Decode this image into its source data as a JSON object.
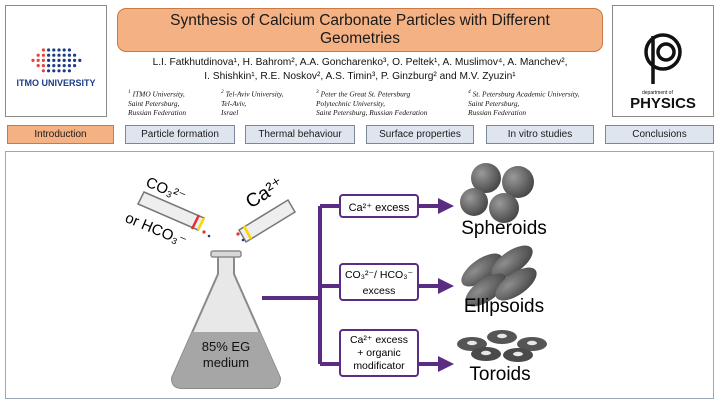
{
  "header": {
    "title": "Synthesis of Calcium Carbonate Particles with Different Geometries",
    "authors_line1": "L.I. Fatkhutdinova¹, H. Bahrom², A.A. Goncharenko³, O. Peltek¹,  A. Muslimov⁴, A. Manchev²,",
    "authors_line2": "I. Shishkin¹, R.E. Noskov², A.S. Timin³, P. Ginzburg² and M.V. Zyuzin¹"
  },
  "affiliations": [
    {
      "num": "1",
      "lines": [
        "ITMO University,",
        "Saint Petersburg,",
        "Russian Federation"
      ]
    },
    {
      "num": "2",
      "lines": [
        "Tel-Aviv University,",
        "Tel-Aviv,",
        "Israel"
      ]
    },
    {
      "num": "3",
      "lines": [
        "Peter the Great St. Petersburg",
        "Polytechnic University,",
        "Saint Petersburg, Russian Federation"
      ]
    },
    {
      "num": "4",
      "lines": [
        "St. Petersburg Academic University,",
        "Saint Petersburg,",
        "Russian Federation"
      ]
    }
  ],
  "logos": {
    "left_text": "ITMO UNIVERSITY",
    "right_small": "department of",
    "right_big": "PHYSICS"
  },
  "nav": [
    {
      "label": "Introduction",
      "active": true
    },
    {
      "label": "Particle formation",
      "active": false
    },
    {
      "label": "Thermal behaviour",
      "active": false
    },
    {
      "label": "Surface properties",
      "active": false
    },
    {
      "label": "In vitro studies",
      "active": false
    },
    {
      "label": "Conclusions",
      "active": false
    }
  ],
  "diagram": {
    "reagent_left": "CO₃²⁻",
    "reagent_left_or": "or HCO₃⁻",
    "reagent_right": "Ca²⁺",
    "flask_line1": "85% EG",
    "flask_line2": "medium",
    "condition1": "Ca²⁺ excess",
    "condition2_line1": "CO₃²⁻/ HCO₃⁻",
    "condition2_line2": "excess",
    "condition3_line1": "Ca²⁺ excess",
    "condition3_line2": "+ organic",
    "condition3_line3": "modificator",
    "result1": "Spheroids",
    "result2": "Ellipsoids",
    "result3": "Toroids"
  },
  "colors": {
    "title_bg": "#f4b183",
    "nav_active": "#f4b183",
    "nav_inactive": "#dfe5ee",
    "arrow": "#5b2c83",
    "particle": "#5a5a5a"
  }
}
